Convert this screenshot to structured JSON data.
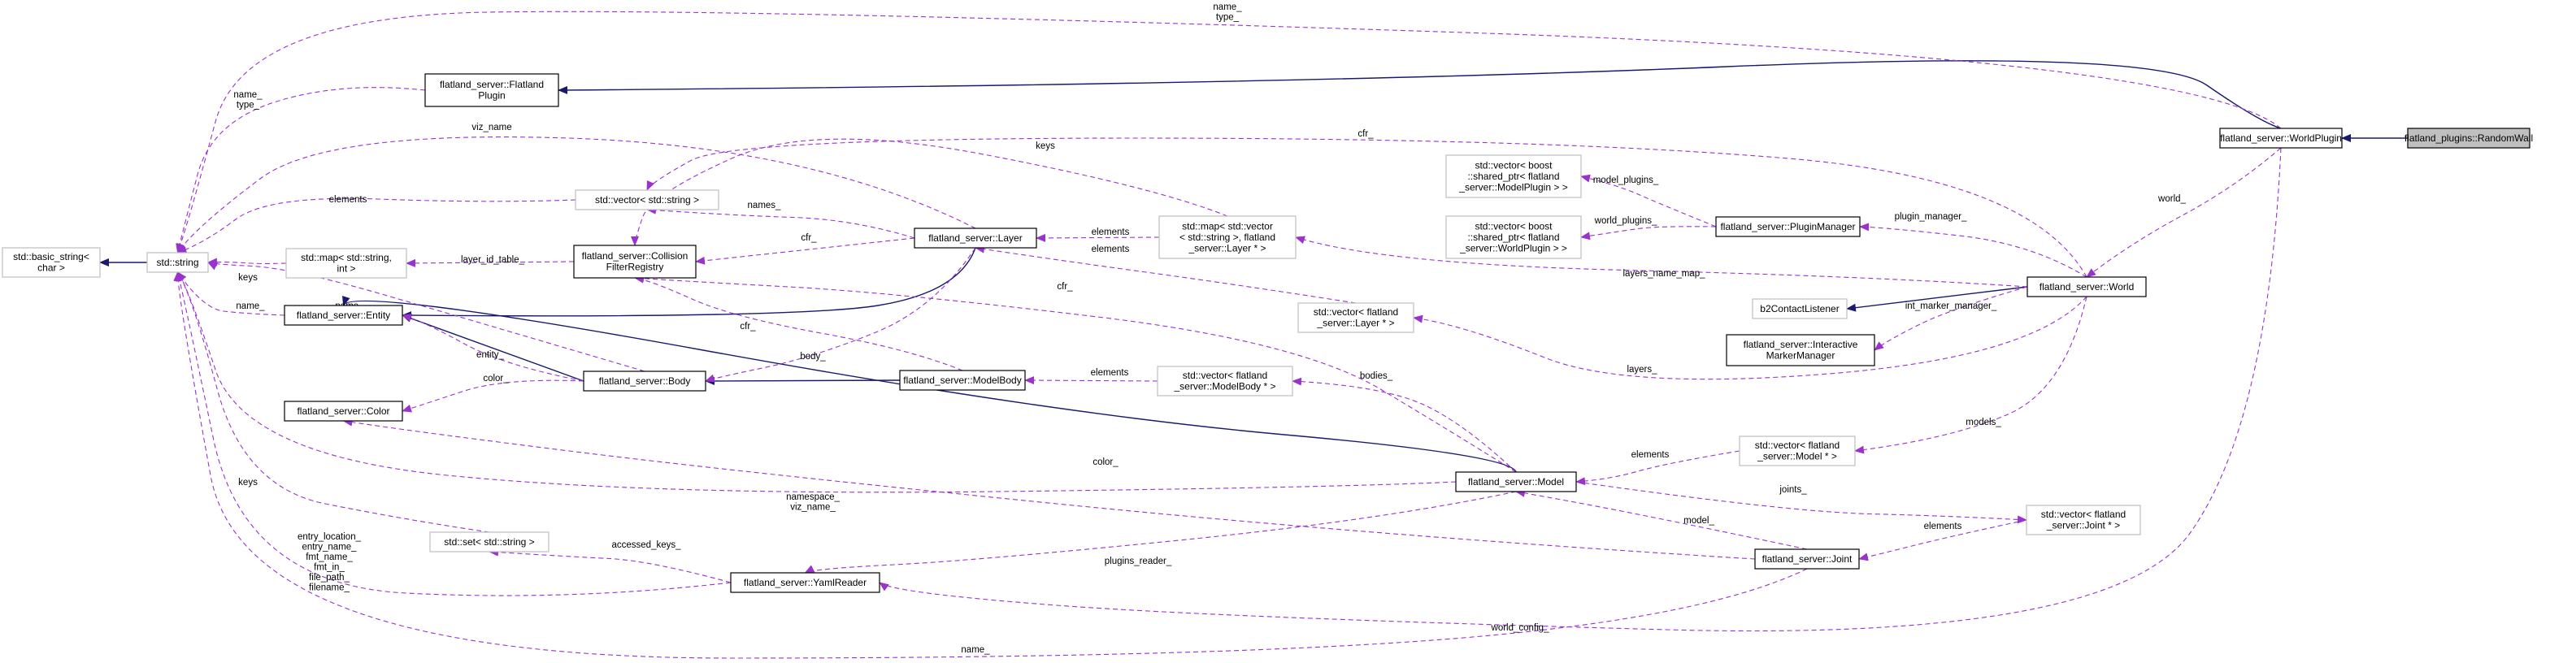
{
  "nodes": [
    {
      "id": "randomwall",
      "lines": [
        "flatland_plugins::RandomWall"
      ],
      "style": "root"
    },
    {
      "id": "worldplugin",
      "lines": [
        "flatland_server::WorldPlugin"
      ],
      "style": "solid"
    },
    {
      "id": "flatlandplugin",
      "lines": [
        "flatland_server::Flatland",
        "Plugin"
      ],
      "style": "solid"
    },
    {
      "id": "string",
      "lines": [
        "std::string"
      ],
      "style": "gray"
    },
    {
      "id": "basic_string",
      "lines": [
        "std::basic_string<",
        "char >"
      ],
      "style": "gray"
    },
    {
      "id": "vec_string",
      "lines": [
        "std::vector< std::string >"
      ],
      "style": "gray"
    },
    {
      "id": "cfr",
      "lines": [
        "flatland_server::Collision",
        "FilterRegistry"
      ],
      "style": "solid"
    },
    {
      "id": "map_string_int",
      "lines": [
        "std::map< std::string,",
        "int >"
      ],
      "style": "gray"
    },
    {
      "id": "layer",
      "lines": [
        "flatland_server::Layer"
      ],
      "style": "solid"
    },
    {
      "id": "map_layers",
      "lines": [
        "std::map< std::vector",
        "< std::string >, flatland",
        "_server::Layer * >"
      ],
      "style": "gray"
    },
    {
      "id": "vec_modelplugin",
      "lines": [
        "std::vector< boost",
        "::shared_ptr< flatland",
        "_server::ModelPlugin > >"
      ],
      "style": "gray"
    },
    {
      "id": "vec_worldplugin",
      "lines": [
        "std::vector< boost",
        "::shared_ptr< flatland",
        "_server::WorldPlugin > >"
      ],
      "style": "gray"
    },
    {
      "id": "pluginmanager",
      "lines": [
        "flatland_server::PluginManager"
      ],
      "style": "solid"
    },
    {
      "id": "world",
      "lines": [
        "flatland_server::World"
      ],
      "style": "solid"
    },
    {
      "id": "b2contact",
      "lines": [
        "b2ContactListener"
      ],
      "style": "gray"
    },
    {
      "id": "imm",
      "lines": [
        "flatland_server::Interactive",
        "MarkerManager"
      ],
      "style": "solid"
    },
    {
      "id": "vec_layer",
      "lines": [
        "std::vector< flatland",
        "_server::Layer * >"
      ],
      "style": "gray"
    },
    {
      "id": "entity",
      "lines": [
        "flatland_server::Entity"
      ],
      "style": "solid"
    },
    {
      "id": "body",
      "lines": [
        "flatland_server::Body"
      ],
      "style": "solid"
    },
    {
      "id": "color",
      "lines": [
        "flatland_server::Color"
      ],
      "style": "solid"
    },
    {
      "id": "modelbody",
      "lines": [
        "flatland_server::ModelBody"
      ],
      "style": "solid"
    },
    {
      "id": "vec_modelbody",
      "lines": [
        "std::vector< flatland",
        "_server::ModelBody * >"
      ],
      "style": "gray"
    },
    {
      "id": "model",
      "lines": [
        "flatland_server::Model"
      ],
      "style": "solid"
    },
    {
      "id": "vec_model",
      "lines": [
        "std::vector< flatland",
        "_server::Model * >"
      ],
      "style": "gray"
    },
    {
      "id": "set_string",
      "lines": [
        "std::set< std::string >"
      ],
      "style": "gray"
    },
    {
      "id": "yamlreader",
      "lines": [
        "flatland_server::YamlReader"
      ],
      "style": "solid"
    },
    {
      "id": "joint",
      "lines": [
        "flatland_server::Joint"
      ],
      "style": "solid"
    },
    {
      "id": "vec_joint",
      "lines": [
        "std::vector< flatland",
        "_server::Joint * >"
      ],
      "style": "gray"
    }
  ],
  "inheritance": [
    {
      "from": "worldplugin",
      "to": "randomwall"
    },
    {
      "from": "flatlandplugin",
      "to": "worldplugin"
    },
    {
      "from": "basic_string",
      "to": "string"
    },
    {
      "from": "b2contact",
      "to": "world"
    },
    {
      "from": "entity",
      "to": "layer"
    },
    {
      "from": "entity",
      "to": "body"
    },
    {
      "from": "entity",
      "to": "model"
    },
    {
      "from": "body",
      "to": "modelbody"
    }
  ],
  "usage_labels": {
    "wp_name_type": [
      "name_",
      "type_"
    ],
    "fp_name_type": [
      "name_",
      "type_"
    ],
    "viz_name": [
      "viz_name"
    ],
    "cfr_world": [
      "cfr_"
    ],
    "keys_map_layers": [
      "keys"
    ],
    "elements_vec_string": [
      "elements"
    ],
    "names_layer": [
      "names_"
    ],
    "layer_id_table": [
      "layer_id_table_"
    ],
    "cfr_layer": [
      "cfr_"
    ],
    "elements_map_layers": [
      "elements"
    ],
    "keys_map_string_int": [
      "keys"
    ],
    "name_body": [
      "name_"
    ],
    "name_entity": [
      "name_"
    ],
    "entity_body": [
      "entity_"
    ],
    "color_body": [
      "color_"
    ],
    "body_layer": [
      "body_"
    ],
    "cfr_modelbody": [
      "cfr_"
    ],
    "cfr_model": [
      "cfr_"
    ],
    "elements_vec_layer": [
      "elements"
    ],
    "elements_vec_modelbody": [
      "elements"
    ],
    "bodies": [
      "bodies_"
    ],
    "model_plugins": [
      "model_plugins_"
    ],
    "world_plugins": [
      "world_plugins_"
    ],
    "plugin_manager": [
      "plugin_manager_"
    ],
    "world": [
      "world_"
    ],
    "layers_name_map": [
      "layers_name_map_"
    ],
    "int_marker_manager": [
      "int_marker_manager_"
    ],
    "layers": [
      "layers_"
    ],
    "models": [
      "models_"
    ],
    "elements_vec_model": [
      "elements"
    ],
    "namespace_viz": [
      "namespace_",
      "viz_name_"
    ],
    "color_joint": [
      "color_"
    ],
    "joints": [
      "joints_"
    ],
    "elements_vec_joint": [
      "elements"
    ],
    "model_joint": [
      "model_"
    ],
    "keys_set": [
      "keys"
    ],
    "accessed_keys": [
      "accessed_keys_"
    ],
    "plugins_reader": [
      "plugins_reader_"
    ],
    "yaml_fields": [
      "entry_location_",
      "entry_name_",
      "fmt_name_",
      "fmt_in_",
      "file_path_",
      "filename_"
    ],
    "world_config": [
      "world_config_"
    ],
    "name_joint": [
      "name_"
    ]
  },
  "colors": {
    "inherit_edge": "#191970",
    "usage_edge": "#9a32cd",
    "root_fill": "#bfbfbf",
    "gray_border": "#bfbfbf"
  }
}
